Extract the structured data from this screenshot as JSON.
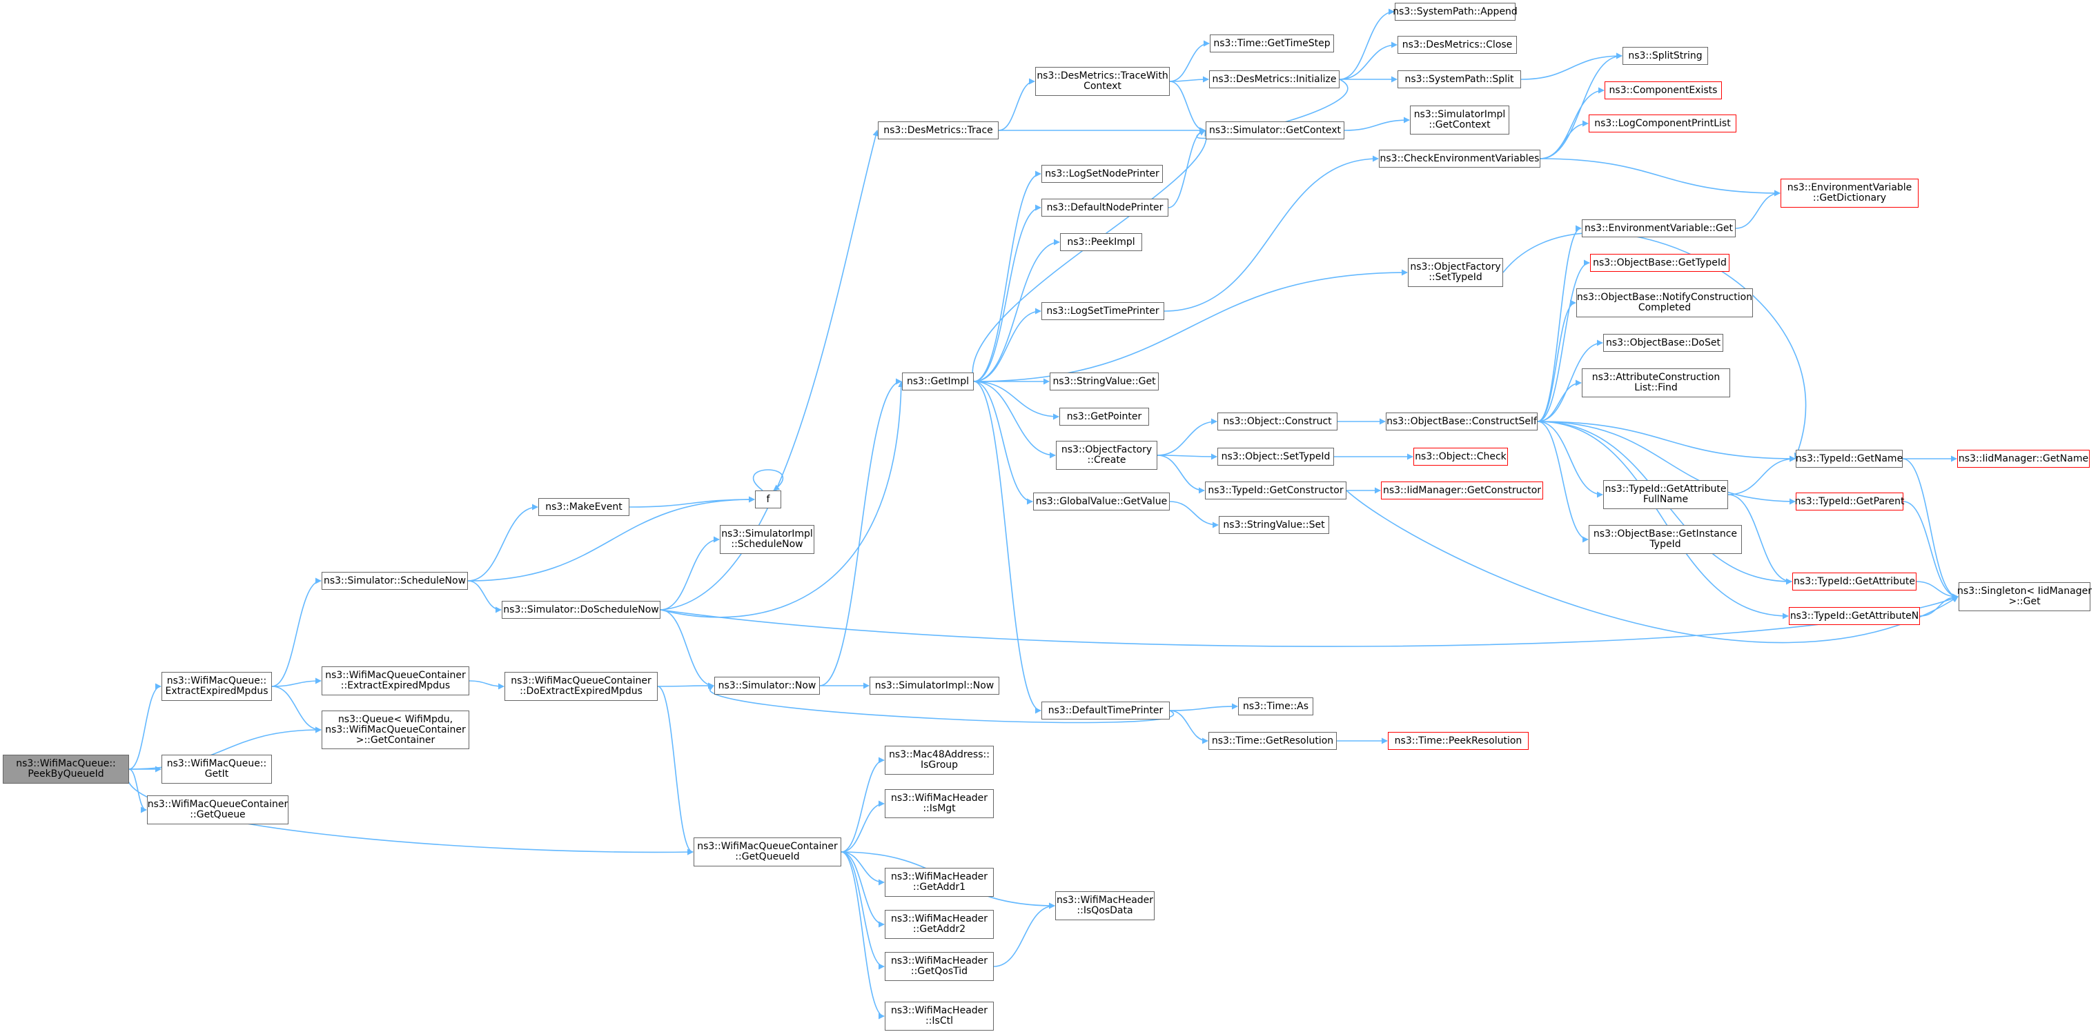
{
  "graph": {
    "nodes": [
      {
        "id": "peek",
        "lines": [
          "ns3::WifiMacQueue::",
          "PeekByQueueId"
        ],
        "style": "root"
      },
      {
        "id": "extractExpired",
        "lines": [
          "ns3::WifiMacQueue::",
          "ExtractExpiredMpdus"
        ]
      },
      {
        "id": "getIt",
        "lines": [
          "ns3::WifiMacQueue::",
          "GetIt"
        ]
      },
      {
        "id": "containerGetQueue",
        "lines": [
          "ns3::WifiMacQueueContainer",
          "::GetQueue"
        ]
      },
      {
        "id": "queueGetContainer",
        "lines": [
          "ns3::Queue< WifiMpdu,",
          "ns3::WifiMacQueueContainer",
          ">::GetContainer"
        ]
      },
      {
        "id": "containerExtractExpired",
        "lines": [
          "ns3::WifiMacQueueContainer",
          "::ExtractExpiredMpdus"
        ]
      },
      {
        "id": "scheduleNow",
        "lines": [
          "ns3::Simulator::ScheduleNow"
        ]
      },
      {
        "id": "makeEvent",
        "lines": [
          "ns3::MakeEvent"
        ]
      },
      {
        "id": "f",
        "lines": [
          "f"
        ]
      },
      {
        "id": "doScheduleNow",
        "lines": [
          "ns3::Simulator::DoScheduleNow"
        ]
      },
      {
        "id": "implScheduleNow",
        "lines": [
          "ns3::SimulatorImpl",
          "::ScheduleNow"
        ]
      },
      {
        "id": "doExtract",
        "lines": [
          "ns3::WifiMacQueueContainer",
          "::DoExtractExpiredMpdus"
        ]
      },
      {
        "id": "simNow",
        "lines": [
          "ns3::Simulator::Now"
        ]
      },
      {
        "id": "implNow",
        "lines": [
          "ns3::SimulatorImpl::Now"
        ]
      },
      {
        "id": "getQueueId",
        "lines": [
          "ns3::WifiMacQueueContainer",
          "::GetQueueId"
        ]
      },
      {
        "id": "isGroup",
        "lines": [
          "ns3::Mac48Address::",
          "IsGroup"
        ]
      },
      {
        "id": "isMgt",
        "lines": [
          "ns3::WifiMacHeader",
          "::IsMgt"
        ]
      },
      {
        "id": "getAddr1",
        "lines": [
          "ns3::WifiMacHeader",
          "::GetAddr1"
        ]
      },
      {
        "id": "getAddr2",
        "lines": [
          "ns3::WifiMacHeader",
          "::GetAddr2"
        ]
      },
      {
        "id": "getQosTid",
        "lines": [
          "ns3::WifiMacHeader",
          "::GetQosTid"
        ]
      },
      {
        "id": "isCtl",
        "lines": [
          "ns3::WifiMacHeader",
          "::IsCtl"
        ]
      },
      {
        "id": "isQosData",
        "lines": [
          "ns3::WifiMacHeader",
          "::IsQosData"
        ]
      },
      {
        "id": "desTrace",
        "lines": [
          "ns3::DesMetrics::Trace"
        ]
      },
      {
        "id": "getImpl",
        "lines": [
          "ns3::GetImpl"
        ]
      },
      {
        "id": "traceWithContext",
        "lines": [
          "ns3::DesMetrics::TraceWith",
          "Context"
        ]
      },
      {
        "id": "getTimeStep",
        "lines": [
          "ns3::Time::GetTimeStep"
        ]
      },
      {
        "id": "desInit",
        "lines": [
          "ns3::DesMetrics::Initialize"
        ]
      },
      {
        "id": "simGetContext",
        "lines": [
          "ns3::Simulator::GetContext"
        ]
      },
      {
        "id": "sysAppend",
        "lines": [
          "ns3::SystemPath::Append"
        ]
      },
      {
        "id": "desClose",
        "lines": [
          "ns3::DesMetrics::Close"
        ]
      },
      {
        "id": "sysSplit",
        "lines": [
          "ns3::SystemPath::Split"
        ]
      },
      {
        "id": "implGetContext",
        "lines": [
          "ns3::SimulatorImpl",
          "::GetContext"
        ]
      },
      {
        "id": "logSetNode",
        "lines": [
          "ns3::LogSetNodePrinter"
        ]
      },
      {
        "id": "defaultNode",
        "lines": [
          "ns3::DefaultNodePrinter"
        ]
      },
      {
        "id": "peekImpl",
        "lines": [
          "ns3::PeekImpl"
        ]
      },
      {
        "id": "logSetTime",
        "lines": [
          "ns3::LogSetTimePrinter"
        ]
      },
      {
        "id": "strGet",
        "lines": [
          "ns3::StringValue::Get"
        ]
      },
      {
        "id": "getPointer",
        "lines": [
          "ns3::GetPointer"
        ]
      },
      {
        "id": "ofCreate",
        "lines": [
          "ns3::ObjectFactory",
          "::Create"
        ]
      },
      {
        "id": "gvGetValue",
        "lines": [
          "ns3::GlobalValue::GetValue"
        ]
      },
      {
        "id": "defaultTime",
        "lines": [
          "ns3::DefaultTimePrinter"
        ]
      },
      {
        "id": "timeAs",
        "lines": [
          "ns3::Time::As"
        ]
      },
      {
        "id": "getResolution",
        "lines": [
          "ns3::Time::GetResolution"
        ]
      },
      {
        "id": "peekResolution",
        "lines": [
          "ns3::Time::PeekResolution"
        ],
        "style": "red"
      },
      {
        "id": "checkEnv",
        "lines": [
          "ns3::CheckEnvironmentVariables"
        ]
      },
      {
        "id": "splitString",
        "lines": [
          "ns3::SplitString"
        ]
      },
      {
        "id": "compExists",
        "lines": [
          "ns3::ComponentExists"
        ],
        "style": "red"
      },
      {
        "id": "logCompPrint",
        "lines": [
          "ns3::LogComponentPrintList"
        ],
        "style": "red"
      },
      {
        "id": "envGetDict",
        "lines": [
          "ns3::EnvironmentVariable",
          "::GetDictionary"
        ],
        "style": "red"
      },
      {
        "id": "ofSetTypeId",
        "lines": [
          "ns3::ObjectFactory",
          "::SetTypeId"
        ]
      },
      {
        "id": "envGet",
        "lines": [
          "ns3::EnvironmentVariable::Get"
        ]
      },
      {
        "id": "obGetTypeId",
        "lines": [
          "ns3::ObjectBase::GetTypeId"
        ],
        "style": "red"
      },
      {
        "id": "obNotify",
        "lines": [
          "ns3::ObjectBase::NotifyConstruction",
          "Completed"
        ]
      },
      {
        "id": "obDoSet",
        "lines": [
          "ns3::ObjectBase::DoSet"
        ]
      },
      {
        "id": "acListFind",
        "lines": [
          "ns3::AttributeConstruction",
          "List::Find"
        ]
      },
      {
        "id": "objConstruct",
        "lines": [
          "ns3::Object::Construct"
        ]
      },
      {
        "id": "obConstructSelf",
        "lines": [
          "ns3::ObjectBase::ConstructSelf"
        ]
      },
      {
        "id": "objSetTypeId",
        "lines": [
          "ns3::Object::SetTypeId"
        ]
      },
      {
        "id": "objCheck",
        "lines": [
          "ns3::Object::Check"
        ],
        "style": "red"
      },
      {
        "id": "tidGetConstructor",
        "lines": [
          "ns3::TypeId::GetConstructor"
        ]
      },
      {
        "id": "iidGetConstructor",
        "lines": [
          "ns3::IidManager::GetConstructor"
        ],
        "style": "red"
      },
      {
        "id": "strSet",
        "lines": [
          "ns3::StringValue::Set"
        ]
      },
      {
        "id": "tidGetName",
        "lines": [
          "ns3::TypeId::GetName"
        ]
      },
      {
        "id": "iidGetName",
        "lines": [
          "ns3::IidManager::GetName"
        ],
        "style": "red"
      },
      {
        "id": "tidGetAttrFull",
        "lines": [
          "ns3::TypeId::GetAttribute",
          "FullName"
        ]
      },
      {
        "id": "tidGetParent",
        "lines": [
          "ns3::TypeId::GetParent"
        ],
        "style": "red"
      },
      {
        "id": "obGetInstance",
        "lines": [
          "ns3::ObjectBase::GetInstance",
          "TypeId"
        ]
      },
      {
        "id": "tidGetAttribute",
        "lines": [
          "ns3::TypeId::GetAttribute"
        ],
        "style": "red"
      },
      {
        "id": "tidGetAttributeN",
        "lines": [
          "ns3::TypeId::GetAttributeN"
        ],
        "style": "red"
      },
      {
        "id": "singletonGet",
        "lines": [
          "ns3::Singleton< IidManager",
          ">::Get"
        ]
      }
    ]
  }
}
